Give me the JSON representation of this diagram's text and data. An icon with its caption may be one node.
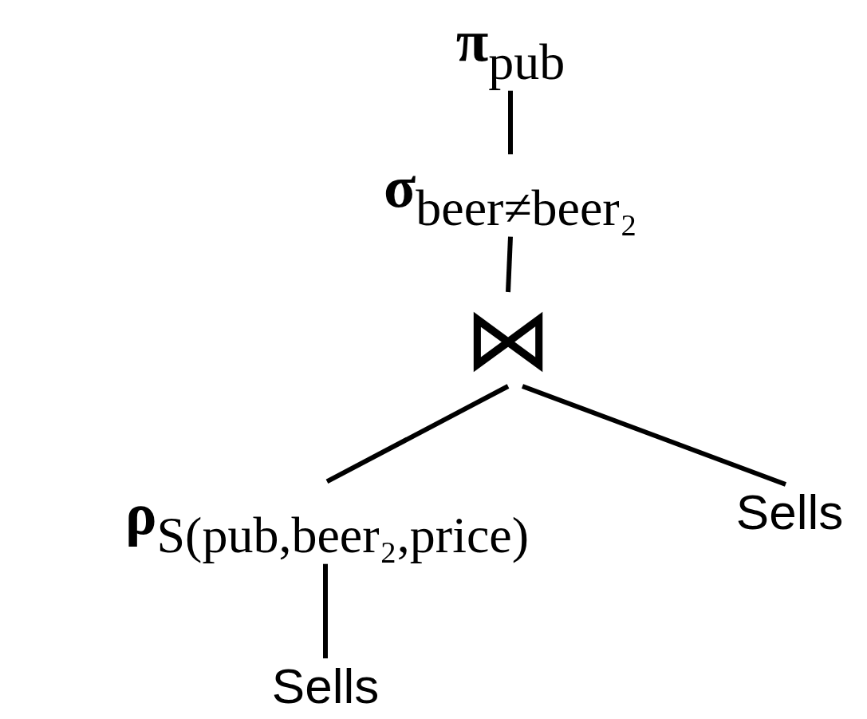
{
  "diagram": {
    "nodes": [
      {
        "text": [
          "**π**$_{pub}$"
        ]
      },
      {
        "text": [
          "**σ**$_{beer≠beer₂}$"
        ]
      },
      {
        "text": [
          "⋈"
        ]
      },
      {
        "text": [
          "**ρ**$_{S(pub,beer₂,price)}$"
        ]
      },
      {
        "text": [
          "Sells"
        ]
      },
      {
        "text": [
          "Sells"
        ]
      }
    ],
    "edges": [
      {
        "from": 0,
        "to": 1,
        "arrow": "none"
      },
      {
        "from": 1,
        "to": 2,
        "arrow": "none"
      },
      {
        "from": 2,
        "to": 3,
        "arrow": "none"
      },
      {
        "from": 2,
        "to": 4,
        "arrow": "none"
      },
      {
        "from": 3,
        "to": 5,
        "arrow": "none"
      }
    ]
  }
}
